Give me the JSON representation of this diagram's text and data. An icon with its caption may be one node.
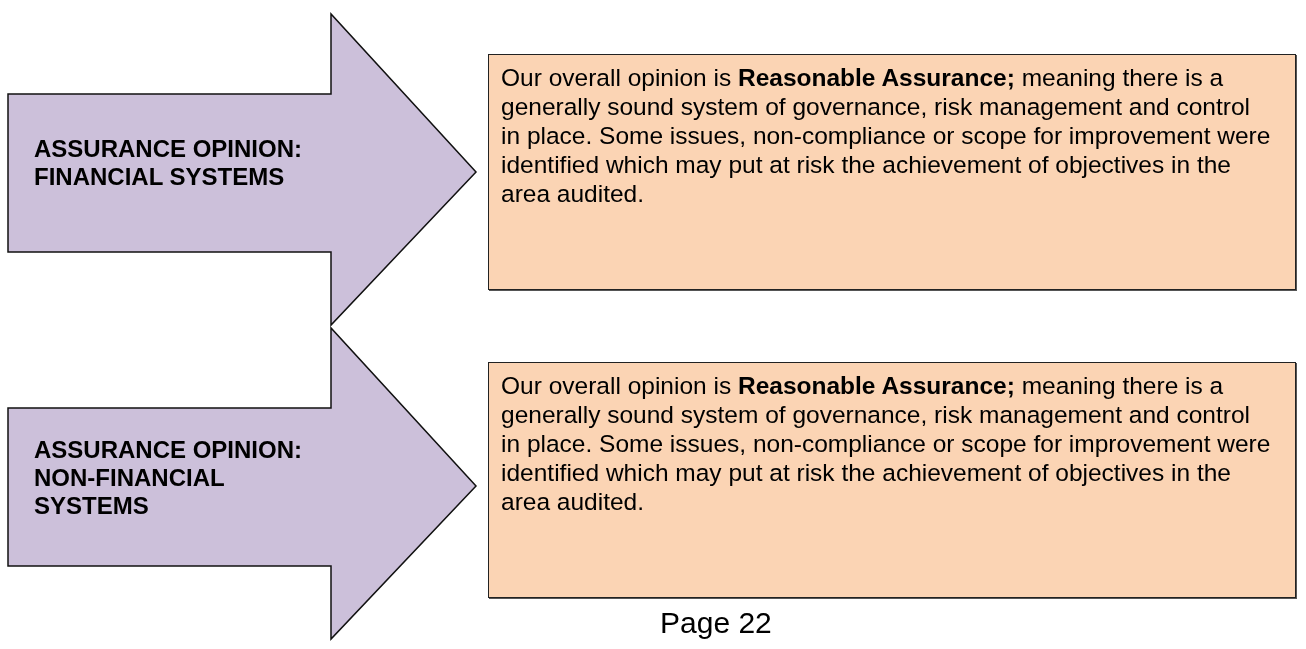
{
  "diagram": {
    "nodes": [
      {
        "text": [
          "ASSURANCE OPINION: FINANCIAL SYSTEMS"
        ]
      },
      {
        "text": [
          "Our overall opinion is **Reasonable Assurance;** meaning there is a generally sound system of governance, risk management and control in place. Some issues, non-compliance or scope for improvement were identified which may put at risk the achievement of objectives in the area audited."
        ]
      },
      {
        "text": [
          "ASSURANCE OPINION: NON-FINANCIAL SYSTEMS"
        ]
      },
      {
        "text": [
          "Our overall opinion is **Reasonable Assurance;** meaning there is a generally sound system of governance, risk management and control in place. Some issues, non-compliance or scope for improvement were identified which may put at risk the achievement of objectives in the area audited."
        ]
      }
    ],
    "labels": [
      "Page 22"
    ]
  }
}
